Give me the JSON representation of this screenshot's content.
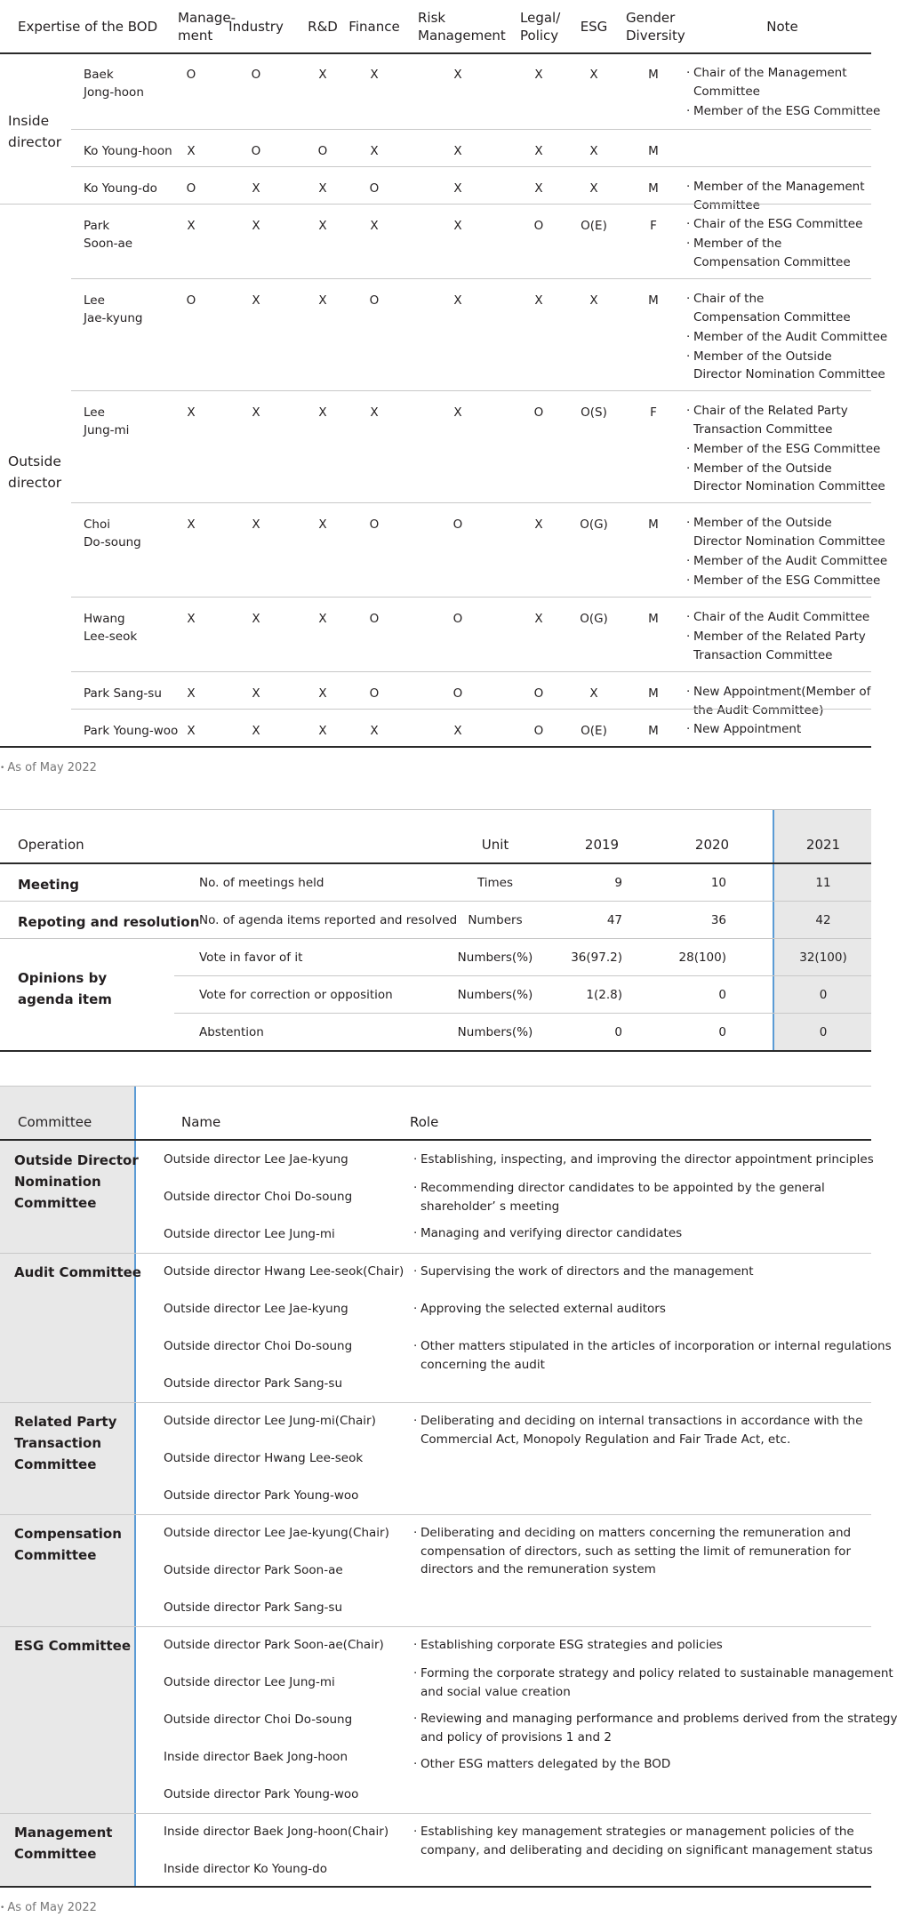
{
  "expertise": {
    "header": {
      "title": "Expertise of the BOD",
      "cols": [
        "Manage-\nment",
        "Industry",
        "R&D",
        "Finance",
        "Risk\nManagement",
        "Legal/\nPolicy",
        "ESG",
        "Gender\nDiversity",
        "Note"
      ]
    },
    "groups": [
      {
        "label": "Inside\ndirector"
      },
      {
        "label": "Outside\ndirector"
      }
    ],
    "rows": [
      {
        "name": "Baek\nJong-hoon",
        "vals": [
          "O",
          "O",
          "X",
          "X",
          "X",
          "X",
          "X",
          "M"
        ],
        "notes": [
          "Chair of the Management\nCommittee",
          "Member of the ESG Committee"
        ]
      },
      {
        "name": "Ko Young-hoon",
        "vals": [
          "X",
          "O",
          "O",
          "X",
          "X",
          "X",
          "X",
          "M"
        ],
        "notes": []
      },
      {
        "name": "Ko Young-do",
        "vals": [
          "O",
          "X",
          "X",
          "O",
          "X",
          "X",
          "X",
          "M"
        ],
        "notes": [
          "Member of the Management\nCommittee"
        ]
      },
      {
        "name": "Park\nSoon-ae",
        "vals": [
          "X",
          "X",
          "X",
          "X",
          "X",
          "O",
          "O(E)",
          "F"
        ],
        "notes": [
          "Chair of the ESG Committee",
          "Member of the\nCompensation Committee"
        ]
      },
      {
        "name": "Lee\nJae-kyung",
        "vals": [
          "O",
          "X",
          "X",
          "O",
          "X",
          "X",
          "X",
          "M"
        ],
        "notes": [
          "Chair of the\nCompensation Committee",
          "Member of the Audit Committee",
          "Member of the Outside\nDirector Nomination Committee"
        ]
      },
      {
        "name": "Lee\nJung-mi",
        "vals": [
          "X",
          "X",
          "X",
          "X",
          "X",
          "O",
          "O(S)",
          "F"
        ],
        "notes": [
          "Chair of the Related Party\nTransaction Committee",
          "Member of the ESG Committee",
          "Member of the Outside\nDirector Nomination Committee"
        ]
      },
      {
        "name": "Choi\nDo-soung",
        "vals": [
          "X",
          "X",
          "X",
          "O",
          "O",
          "X",
          "O(G)",
          "M"
        ],
        "notes": [
          "Member of the Outside\nDirector Nomination Committee",
          "Member of the Audit Committee",
          "Member of the ESG Committee"
        ]
      },
      {
        "name": "Hwang\nLee-seok",
        "vals": [
          "X",
          "X",
          "X",
          "O",
          "O",
          "X",
          "O(G)",
          "M"
        ],
        "notes": [
          "Chair of the Audit Committee",
          "Member of the Related Party\nTransaction Committee"
        ]
      },
      {
        "name": "Park Sang-su",
        "vals": [
          "X",
          "X",
          "X",
          "O",
          "O",
          "O",
          "X",
          "M"
        ],
        "notes": [
          "New Appointment(Member of\nthe Audit Committee)"
        ]
      },
      {
        "name": "Park Young-woo",
        "vals": [
          "X",
          "X",
          "X",
          "X",
          "X",
          "O",
          "O(E)",
          "M"
        ],
        "notes": [
          "New Appointment"
        ]
      }
    ],
    "source": "As of May 2022"
  },
  "operation": {
    "header": {
      "title": "Operation",
      "unit": "Unit",
      "years": [
        "2019",
        "2020",
        "2021"
      ]
    },
    "rows": [
      {
        "category": "Meeting",
        "item": "No. of meetings held",
        "unit": "Times",
        "vals": [
          "9",
          "10",
          "11"
        ]
      },
      {
        "category": "Repoting and resolution",
        "item": "No. of agenda items reported and resolved",
        "unit": "Numbers",
        "vals": [
          "47",
          "36",
          "42"
        ]
      },
      {
        "category": "Opinions by\nagenda item",
        "item": "Vote in favor of it",
        "unit": "Numbers(%)",
        "vals": [
          "36(97.2)",
          "28(100)",
          "32(100)"
        ]
      },
      {
        "category": "",
        "item": "Vote for correction or opposition",
        "unit": "Numbers(%)",
        "vals": [
          "1(2.8)",
          "0",
          "0"
        ]
      },
      {
        "category": "",
        "item": "Abstention",
        "unit": "Numbers(%)",
        "vals": [
          "0",
          "0",
          "0"
        ]
      }
    ]
  },
  "committees": {
    "header": {
      "committee": "Committee",
      "name": "Name",
      "role": "Role"
    },
    "list": [
      {
        "title": "Outside Director\nNomination\nCommittee",
        "names": [
          "Outside director Lee Jae-kyung",
          "Outside director Choi Do-soung",
          "Outside director Lee Jung-mi"
        ],
        "roles": [
          "Establishing, inspecting, and improving the director appointment principles",
          "Recommending director candidates to be appointed by the general\nshareholder’ s meeting",
          "Managing and verifying director candidates"
        ]
      },
      {
        "title": "Audit Committee",
        "names": [
          "Outside director Hwang Lee-seok(Chair)",
          "Outside director Lee Jae-kyung",
          "Outside director Choi Do-soung",
          "Outside director Park Sang-su"
        ],
        "roles": [
          "Supervising the work of directors and the management",
          "Approving the selected external auditors",
          "Other matters stipulated in the articles of incorporation or internal regulations\nconcerning the audit"
        ]
      },
      {
        "title": "Related Party\nTransaction\nCommittee",
        "names": [
          "Outside director Lee Jung-mi(Chair)",
          "Outside director Hwang Lee-seok",
          "Outside director Park Young-woo"
        ],
        "roles": [
          "Deliberating and deciding on internal transactions in accordance with the\nCommercial Act, Monopoly Regulation and Fair Trade Act, etc."
        ]
      },
      {
        "title": "Compensation\nCommittee",
        "names": [
          "Outside director Lee Jae-kyung(Chair)",
          "Outside director Park Soon-ae",
          "Outside director Park Sang-su"
        ],
        "roles": [
          "Deliberating and deciding on matters concerning the remuneration and\ncompensation of directors, such as setting the limit of remuneration for\ndirectors and the remuneration system"
        ]
      },
      {
        "title": "ESG Committee",
        "names": [
          "Outside director Park Soon-ae(Chair)",
          "Outside director Lee Jung-mi",
          "Outside director Choi Do-soung",
          "Inside director Baek Jong-hoon",
          "Outside director Park Young-woo"
        ],
        "roles": [
          "Establishing corporate ESG strategies and policies",
          "Forming the corporate strategy and policy related to sustainable management\nand social value creation",
          "Reviewing and managing performance and problems derived from the strategy\nand policy of provisions 1 and 2",
          "Other ESG matters delegated by the BOD"
        ]
      },
      {
        "title": "Management\nCommittee",
        "names": [
          "Inside director Baek Jong-hoon(Chair)",
          "Inside director Ko Young-do"
        ],
        "roles": [
          "Establishing key management strategies or management policies of the\ncompany, and deliberating and deciding on significant management status"
        ]
      }
    ],
    "source": "As of May 2022"
  }
}
